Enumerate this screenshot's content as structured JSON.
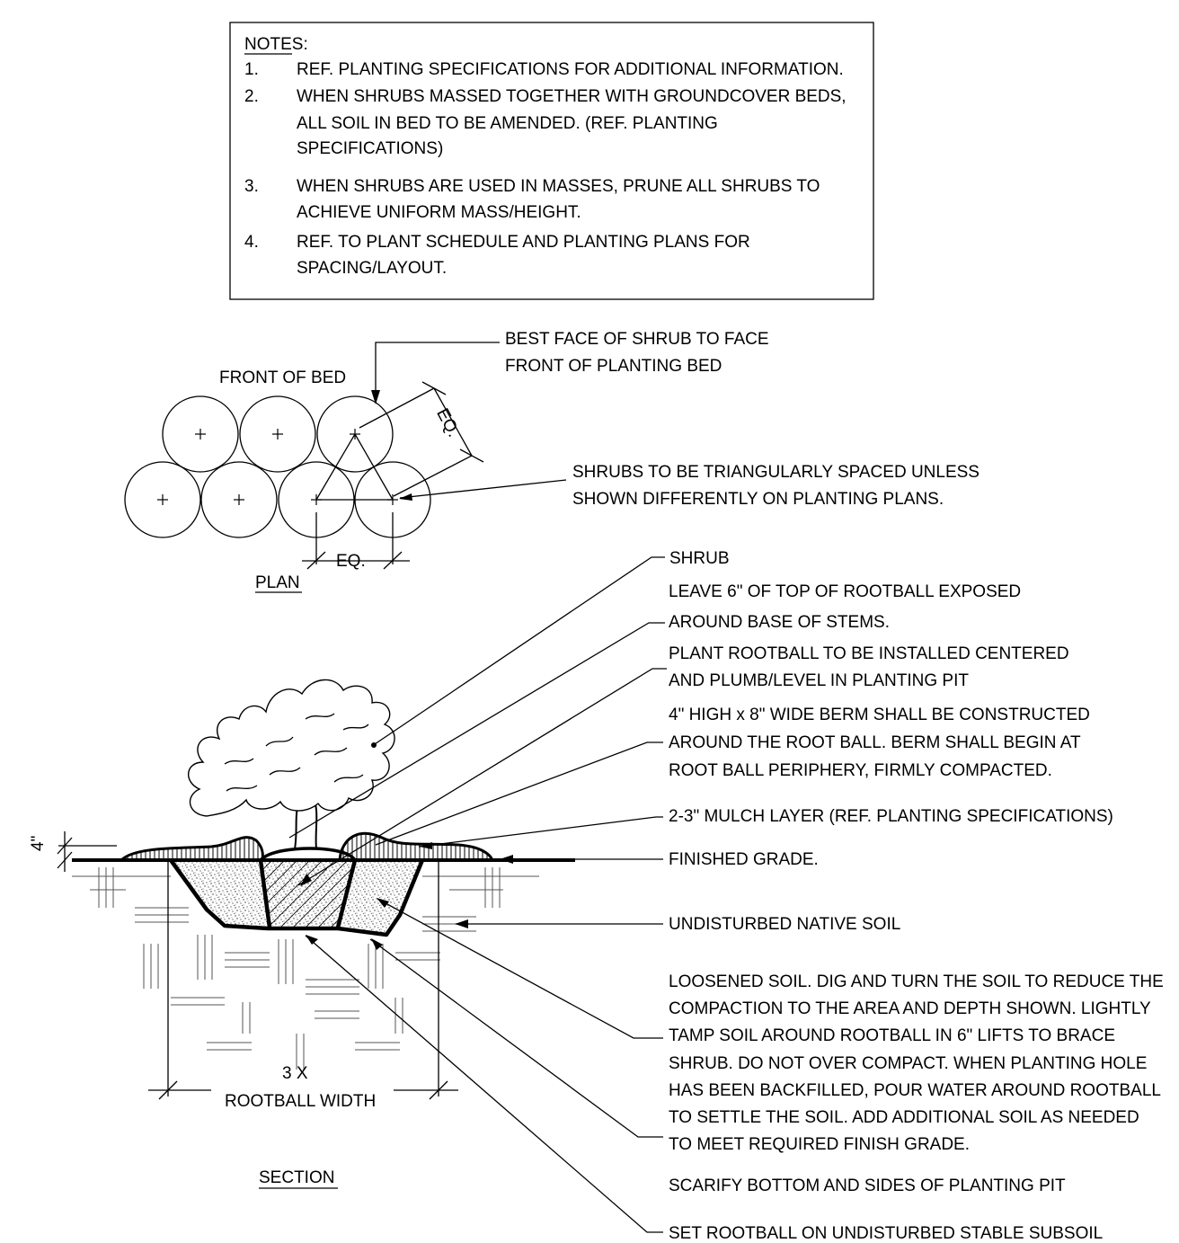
{
  "notes": {
    "heading": "NOTES:",
    "items": [
      {
        "num": "1.",
        "lines": [
          "REF. PLANTING SPECIFICATIONS FOR ADDITIONAL INFORMATION."
        ]
      },
      {
        "num": "2.",
        "lines": [
          "WHEN SHRUBS MASSED TOGETHER WITH GROUNDCOVER BEDS,",
          "ALL SOIL IN BED TO BE AMENDED. (REF. PLANTING",
          "SPECIFICATIONS)"
        ]
      },
      {
        "num": "3.",
        "lines": [
          "WHEN SHRUBS ARE USED IN MASSES, PRUNE ALL SHRUBS TO",
          "ACHIEVE UNIFORM MASS/HEIGHT."
        ]
      },
      {
        "num": "4.",
        "lines": [
          "REF. TO PLANT SCHEDULE AND PLANTING PLANS FOR",
          "SPACING/LAYOUT."
        ]
      }
    ]
  },
  "plan": {
    "front_of_bed": "FRONT OF BED",
    "best_face": [
      "BEST FACE OF SHRUB TO FACE",
      "FRONT OF PLANTING BED"
    ],
    "triangular": [
      "SHRUBS TO BE TRIANGULARLY SPACED UNLESS",
      "SHOWN DIFFERENTLY ON PLANTING PLANS."
    ],
    "eq_diag": "EQ.",
    "eq_horiz": "EQ.",
    "title": "PLAN"
  },
  "section": {
    "labels": {
      "shrub": "SHRUB",
      "leave": [
        "LEAVE 6\" OF TOP OF ROOTBALL EXPOSED",
        "AROUND BASE OF STEMS."
      ],
      "plant": [
        "PLANT ROOTBALL TO BE INSTALLED CENTERED",
        "AND PLUMB/LEVEL IN PLANTING PIT"
      ],
      "berm": [
        "4\" HIGH x 8\" WIDE BERM SHALL BE CONSTRUCTED",
        "AROUND THE ROOT  BALL. BERM SHALL BEGIN AT",
        "ROOT BALL PERIPHERY, FIRMLY COMPACTED."
      ],
      "mulch": "2-3\" MULCH LAYER (REF. PLANTING SPECIFICATIONS)",
      "grade": "FINISHED GRADE.",
      "native": "UNDISTURBED NATIVE SOIL",
      "loosened": [
        "LOOSENED SOIL. DIG AND TURN THE SOIL TO REDUCE THE",
        "COMPACTION TO THE AREA AND DEPTH SHOWN. LIGHTLY",
        "TAMP SOIL AROUND ROOTBALL IN 6\" LIFTS TO BRACE",
        "SHRUB. DO NOT OVER COMPACT. WHEN PLANTING HOLE",
        "HAS BEEN BACKFILLED, POUR WATER AROUND ROOTBALL",
        "TO SETTLE THE SOIL. ADD ADDITIONAL SOIL AS NEEDED",
        "TO MEET REQUIRED FINISH GRADE."
      ],
      "scarify": "SCARIFY BOTTOM AND SIDES OF PLANTING PIT",
      "set": "SET ROOTBALL ON UNDISTURBED STABLE SUBSOIL"
    },
    "dim_height": "4\"",
    "dim_width": [
      "3 X",
      "ROOTBALL WIDTH"
    ],
    "title": "SECTION"
  }
}
